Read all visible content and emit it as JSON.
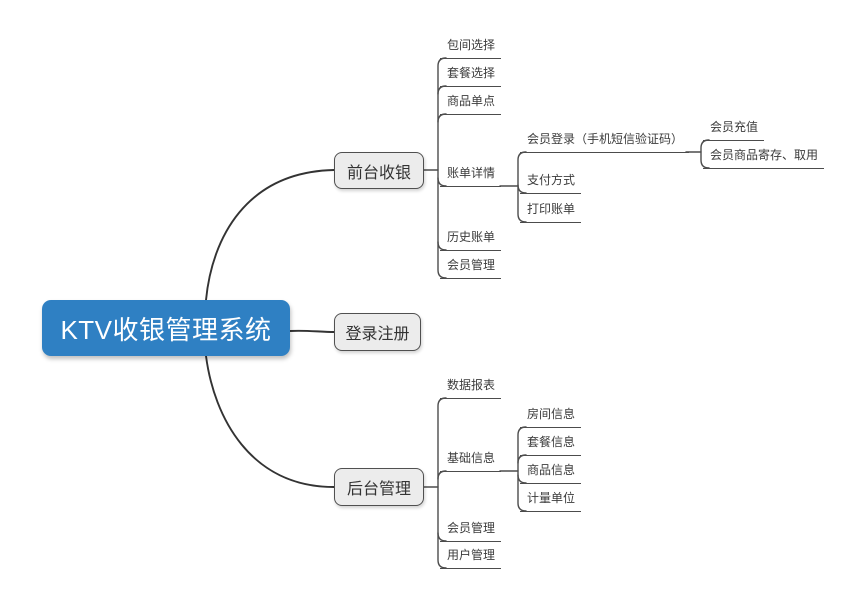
{
  "diagram": {
    "title": "KTV cashier management system mind map",
    "colors": {
      "root_fill": "#2F80C3",
      "root_text": "#FFFFFF",
      "node_fill": "#ECECEC",
      "node_border": "#505050",
      "line": "#4C4C4C",
      "background": "#FFFFFF"
    },
    "root": {
      "label": "KTV收银管理系统"
    },
    "branches": [
      {
        "label": "前台收银",
        "children": [
          {
            "label": "包间选择"
          },
          {
            "label": "套餐选择"
          },
          {
            "label": "商品单点"
          },
          {
            "label": "账单详情",
            "children": [
              {
                "label": "会员登录（手机短信验证码）",
                "children": [
                  {
                    "label": "会员充值"
                  },
                  {
                    "label": "会员商品寄存、取用"
                  }
                ]
              },
              {
                "label": "支付方式"
              },
              {
                "label": "打印账单"
              }
            ]
          },
          {
            "label": "历史账单"
          },
          {
            "label": "会员管理"
          }
        ]
      },
      {
        "label": "登录注册"
      },
      {
        "label": "后台管理",
        "children": [
          {
            "label": "数据报表"
          },
          {
            "label": "基础信息",
            "children": [
              {
                "label": "房间信息"
              },
              {
                "label": "套餐信息"
              },
              {
                "label": "商品信息"
              },
              {
                "label": "计量单位"
              }
            ]
          },
          {
            "label": "会员管理"
          },
          {
            "label": "用户管理"
          }
        ]
      }
    ]
  }
}
